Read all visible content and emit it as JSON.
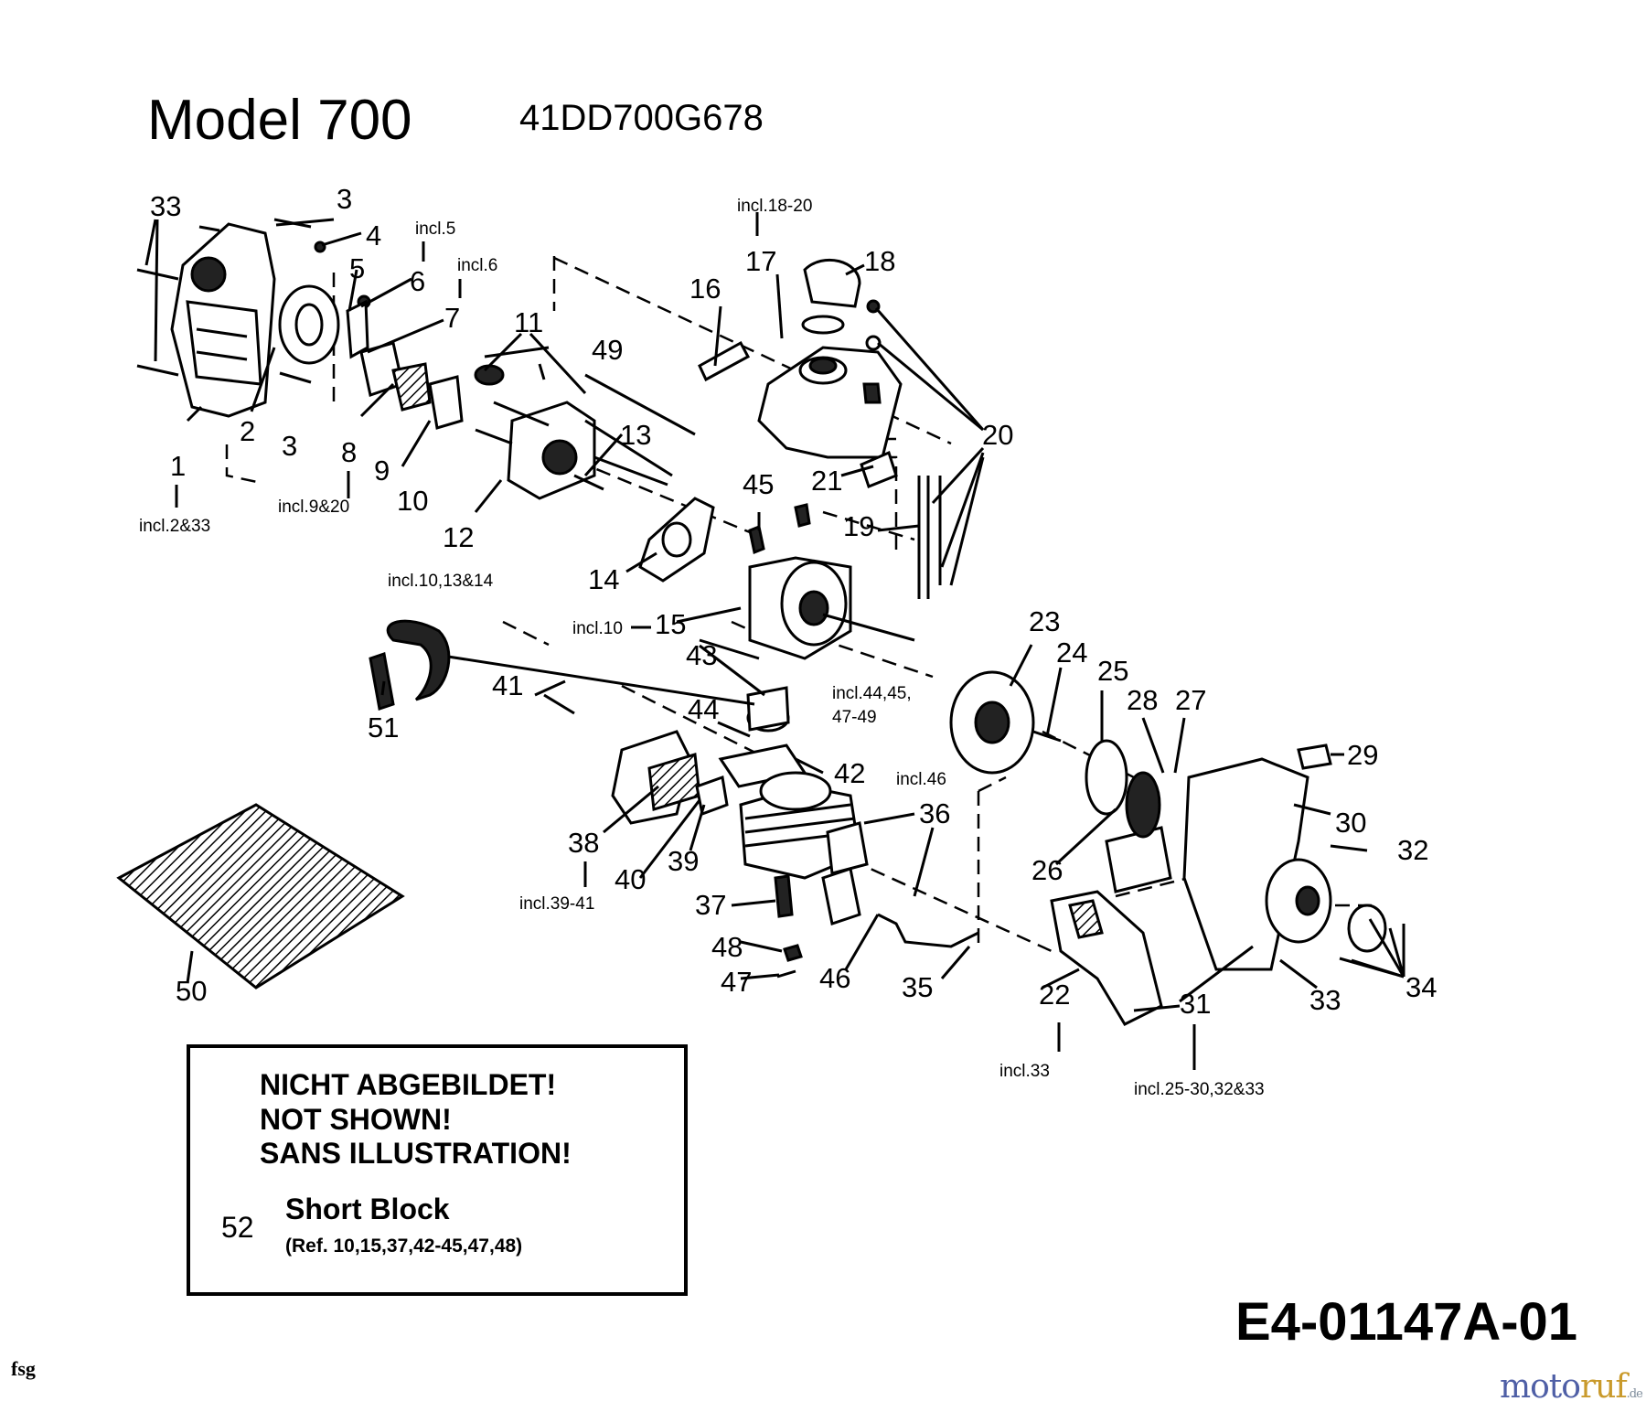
{
  "header": {
    "model_title": "Model 700",
    "model_number": "41DD700G678"
  },
  "callouts": {
    "c1": "1",
    "c2": "2",
    "c3a": "3",
    "c3b": "3",
    "c4": "4",
    "c5": "5",
    "c6": "6",
    "c7": "7",
    "c8": "8",
    "c9": "9",
    "c10": "10",
    "c11": "11",
    "c12": "12",
    "c13": "13",
    "c14": "14",
    "c15": "15",
    "c16": "16",
    "c17": "17",
    "c18": "18",
    "c19": "19",
    "c20": "20",
    "c21": "21",
    "c22": "22",
    "c23": "23",
    "c24": "24",
    "c25": "25",
    "c26": "26",
    "c27": "27",
    "c28": "28",
    "c29": "29",
    "c30": "30",
    "c31": "31",
    "c32": "32",
    "c33a": "33",
    "c33b": "33",
    "c34": "34",
    "c35": "35",
    "c36": "36",
    "c37": "37",
    "c38": "38",
    "c39": "39",
    "c40": "40",
    "c41": "41",
    "c42": "42",
    "c43": "43",
    "c44": "44",
    "c45": "45",
    "c46": "46",
    "c47": "47",
    "c48": "48",
    "c49": "49",
    "c50": "50",
    "c51": "51"
  },
  "inclusions": {
    "i1": "incl.2&33",
    "i5": "incl.5",
    "i6": "incl.6",
    "i8": "incl.9&20",
    "i12": "incl.10,13&14",
    "i15": "incl.10",
    "i17": "incl.18-20",
    "i22": "incl.33",
    "i31": "incl.25-30,32&33",
    "i38": "incl.39-41",
    "i42a": "incl.44,45,",
    "i42b": "47-49",
    "i46": "incl.46"
  },
  "note_box": {
    "line1": "NICHT ABGEBILDET!",
    "line2": "NOT SHOWN!",
    "line3": "SANS ILLUSTRATION!",
    "item_number": "52",
    "item_name": "Short Block",
    "item_ref": "(Ref. 10,15,37,42-45,47,48)"
  },
  "footer": {
    "drawing_code": "E4-01147A-01",
    "left_mark": "fsg",
    "brand_part1": "moto",
    "brand_part2": "ruf",
    "brand_tld": ".de"
  }
}
